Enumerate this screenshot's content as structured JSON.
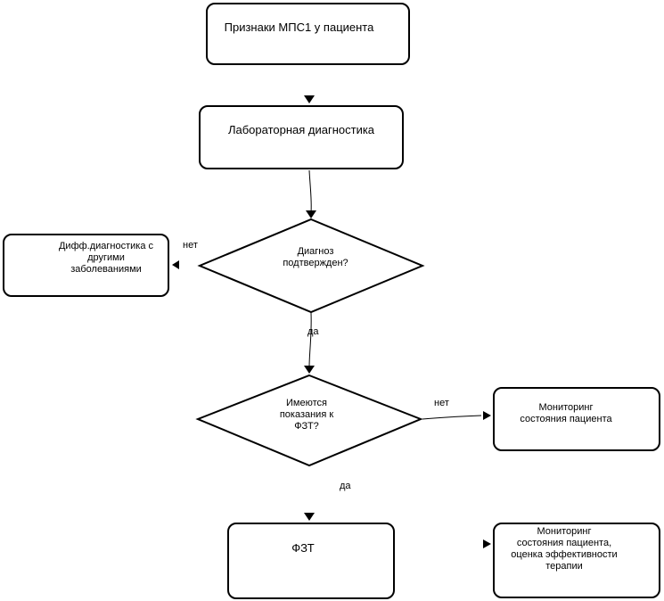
{
  "nodes": {
    "signs": "Признаки МПС1 у пациента",
    "lab": "Лабораторная диагностика",
    "diagnosis_q": [
      "Диагноз",
      "подтвержден?"
    ],
    "diff": [
      "Дифф.диагностика с",
      "другими",
      "заболеваниями"
    ],
    "fzt_q": [
      "Имеются",
      "показания к",
      "ФЗТ?"
    ],
    "monitoring1": [
      "Мониторинг",
      "состояния пациента"
    ],
    "fzt": "ФЗТ",
    "monitoring2": [
      "Мониторинг",
      "состояния пациента,",
      "оценка эффективности",
      "терапии"
    ]
  },
  "edge_labels": {
    "no1": "нет",
    "yes1": "да",
    "no2": "нет",
    "yes2": "да"
  }
}
